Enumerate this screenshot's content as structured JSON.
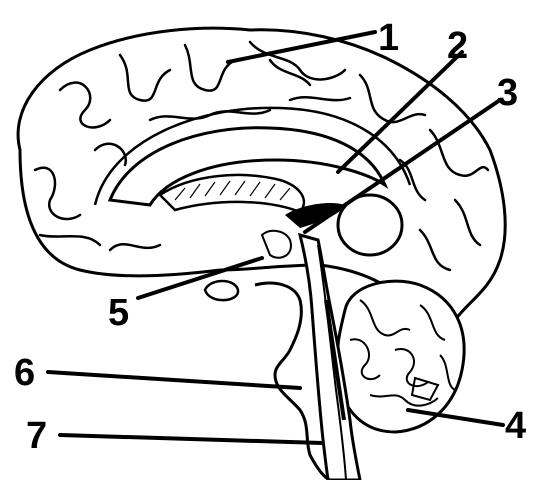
{
  "labels": [
    {
      "id": "1",
      "text": "1"
    },
    {
      "id": "2",
      "text": "2"
    },
    {
      "id": "3",
      "text": "3"
    },
    {
      "id": "4",
      "text": "4"
    },
    {
      "id": "5",
      "text": "5"
    },
    {
      "id": "6",
      "text": "6"
    },
    {
      "id": "7",
      "text": "7"
    }
  ],
  "colors": {
    "ink": "#000000",
    "paper": "#ffffff"
  }
}
